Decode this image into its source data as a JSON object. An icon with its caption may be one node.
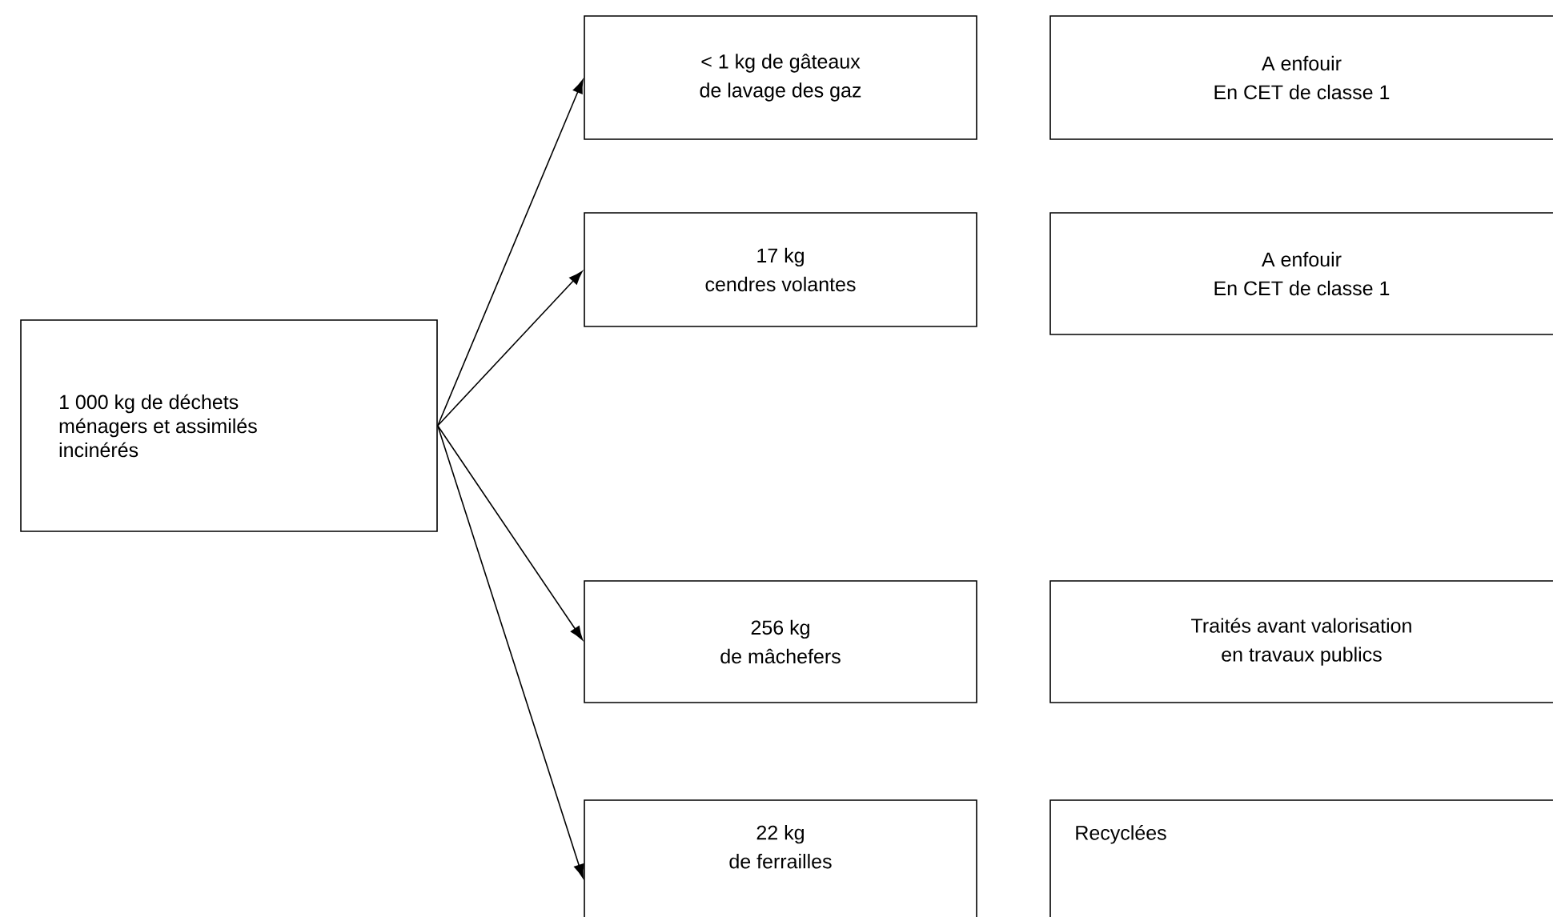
{
  "diagram": {
    "nodes": [
      {
        "text": [
          "1 000 kg de déchets ménagers et assimilés incinérés"
        ]
      },
      {
        "text": [
          "< 1 kg de gâteaux",
          "de lavage des gaz"
        ]
      },
      {
        "text": [
          "A enfouir",
          "En CET de classe 1"
        ]
      },
      {
        "text": [
          "17 kg",
          "cendres volantes"
        ]
      },
      {
        "text": [
          "A enfouir",
          "En CET de classe 1"
        ]
      },
      {
        "text": [
          "256 kg",
          "de mâchefers"
        ]
      },
      {
        "text": [
          "Traités avant valorisation",
          "en travaux publics"
        ]
      },
      {
        "text": [
          "22 kg",
          "de ferrailles"
        ]
      },
      {
        "text": [
          "Recyclées"
        ]
      }
    ],
    "edges": [
      {
        "from": 0,
        "to": 1,
        "arrow": "to"
      },
      {
        "from": 0,
        "to": 3,
        "arrow": "to"
      },
      {
        "from": 0,
        "to": 5,
        "arrow": "to"
      },
      {
        "from": 0,
        "to": 7,
        "arrow": "to"
      }
    ]
  }
}
